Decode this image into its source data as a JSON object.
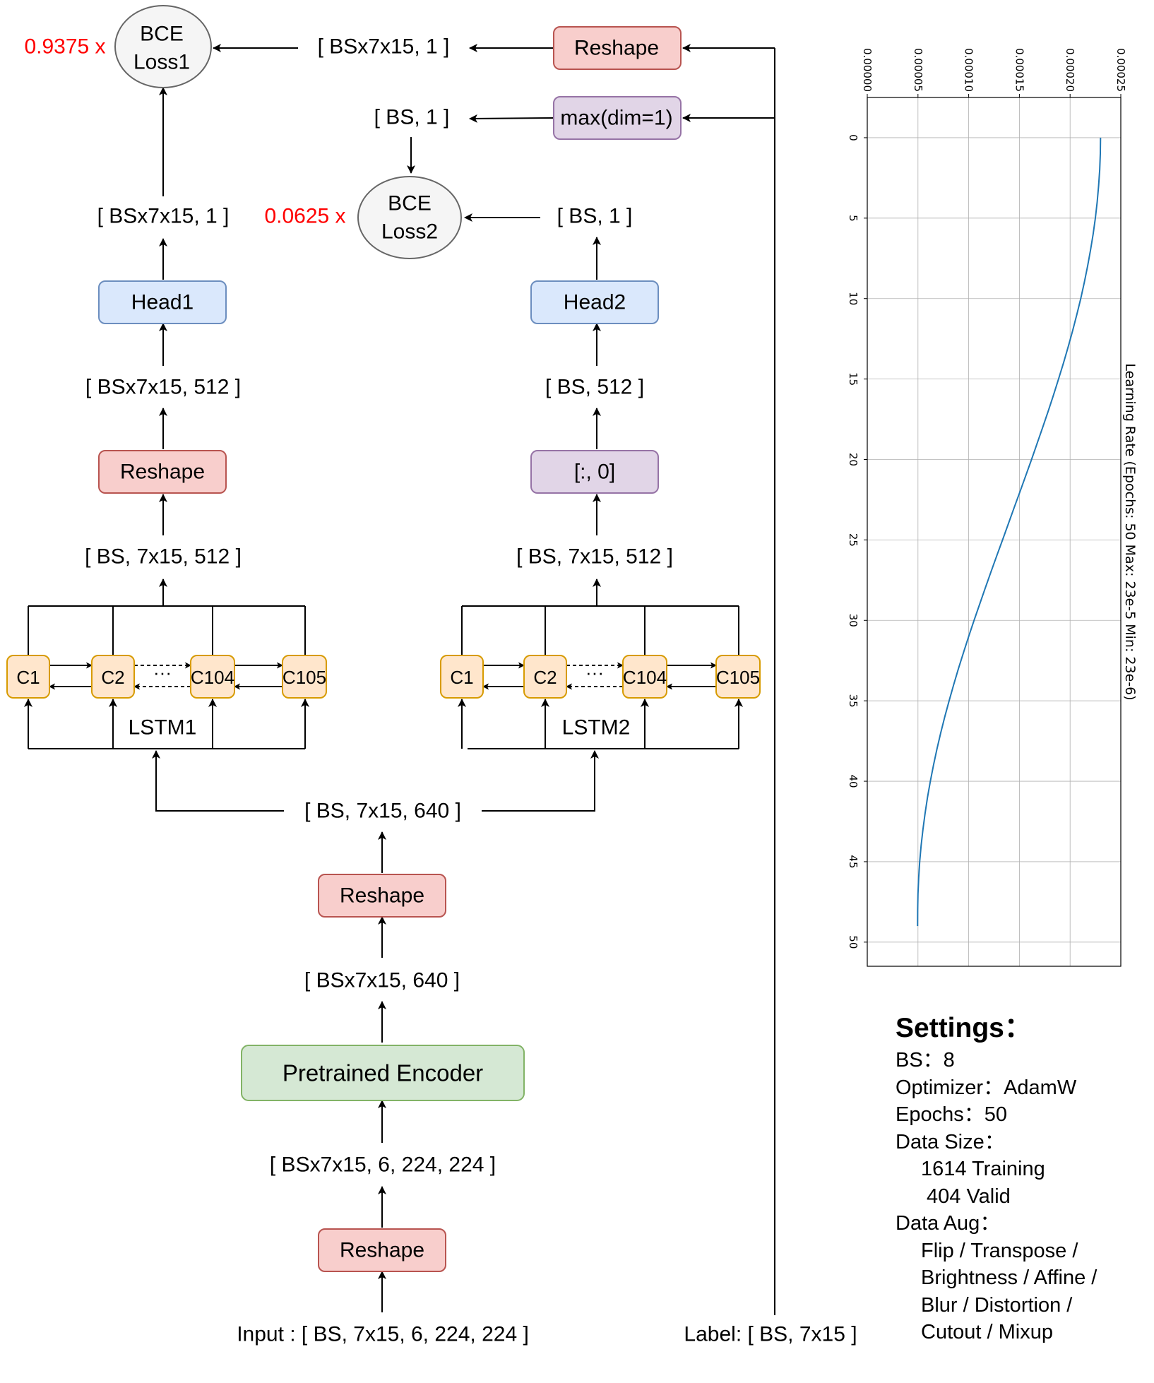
{
  "diagram": {
    "top": {
      "coef1": "0.9375 x",
      "bce_loss1": [
        "BCE",
        "Loss1"
      ],
      "coef2": "0.0625 x",
      "bce_loss2": [
        "BCE",
        "Loss2"
      ],
      "reshape_top": "Reshape",
      "max_dim": "max(dim=1)",
      "shape_bsx7x15_1_top": "[ BSx7x15, 1 ]",
      "shape_bs_1_top": "[ BS, 1 ]"
    },
    "left": {
      "shape_out": "[ BSx7x15, 1 ]",
      "head": "Head1",
      "shape_512": "[ BSx7x15, 512 ]",
      "reshape": "Reshape",
      "shape_seq": "[ BS, 7x15, 512 ]",
      "cells": [
        "C1",
        "C2",
        "C104",
        "C105"
      ],
      "dots": "···",
      "lstm": "LSTM1"
    },
    "right": {
      "shape_out": "[ BS, 1 ]",
      "head": "Head2",
      "shape_512": "[ BS, 512 ]",
      "slice": "[:, 0]",
      "shape_seq": "[ BS, 7x15, 512 ]",
      "cells": [
        "C1",
        "C2",
        "C104",
        "C105"
      ],
      "dots": "···",
      "lstm": "LSTM2"
    },
    "bottom": {
      "shape_640": "[ BS, 7x15, 640 ]",
      "reshape1": "Reshape",
      "shape_bsx_640": "[ BSx7x15, 640 ]",
      "encoder": "Pretrained Encoder",
      "shape_img": "[ BSx7x15, 6, 224, 224 ]",
      "reshape2": "Reshape",
      "input": "Input : [ BS, 7x15, 6, 224, 224 ]",
      "label": "Label: [ BS, 7x15 ]"
    },
    "colors": {
      "reshape_fill": "#f8cecc",
      "reshape_stroke": "#b85450",
      "head_fill": "#dae8fc",
      "head_stroke": "#6c8ebf",
      "purple_fill": "#e1d5e7",
      "purple_stroke": "#9673a6",
      "encoder_fill": "#d5e8d4",
      "encoder_stroke": "#82b366",
      "cell_fill": "#ffe6cc",
      "cell_stroke": "#d79b00",
      "loss_fill": "#f5f5f5",
      "loss_stroke": "#666666",
      "coef_color": "#ff0000"
    }
  },
  "chart_data": {
    "type": "line",
    "title": "",
    "ylabel": "Learning Rate (Epochs: 50   Max: 23e-5   Min: 23e-6)",
    "xlabel": "",
    "orientation": "rotated-90-clockwise",
    "epoch_ticks": [
      "0",
      "5",
      "10",
      "15",
      "20",
      "25",
      "30",
      "35",
      "40",
      "45",
      "50"
    ],
    "lr_ticks": [
      "0.00000",
      "0.00005",
      "0.00010",
      "0.00015",
      "0.00020",
      "0.00025"
    ],
    "epoch_range": [
      -2.5,
      51.5
    ],
    "lr_range": [
      0,
      0.00025
    ],
    "grid": true,
    "series": [
      {
        "color": "#1f77b4",
        "epochs": [
          0,
          1,
          2,
          3,
          4,
          5,
          6,
          7,
          8,
          9,
          10,
          11,
          12,
          13,
          14,
          15,
          16,
          17,
          18,
          19,
          20,
          21,
          22,
          23,
          24,
          25,
          26,
          27,
          28,
          29,
          30,
          31,
          32,
          33,
          34,
          35,
          36,
          37,
          38,
          39,
          40,
          41,
          42,
          43,
          44,
          45,
          46,
          47,
          48,
          49
        ],
        "values": [
          0.00023,
          0.0002298,
          0.0002292,
          0.0002281,
          0.0002267,
          0.0002249,
          0.0002227,
          0.0002201,
          0.0002172,
          0.000214,
          0.0002105,
          0.0002066,
          0.0002025,
          0.0001981,
          0.0001935,
          0.0001886,
          0.0001836,
          0.0001784,
          0.000173,
          0.0001675,
          0.000162,
          0.0001563,
          0.0001506,
          0.0001448,
          0.0001391,
          0.0001334,
          0.0001276,
          0.0001219,
          0.0001163,
          0.0001108,
          0.0001053,
          0.0001,
          9.49e-05,
          8.99e-05,
          8.52e-05,
          8.07e-05,
          7.64e-05,
          7.24e-05,
          6.87e-05,
          6.53e-05,
          6.22e-05,
          5.94e-05,
          5.7e-05,
          5.49e-05,
          5.31e-05,
          5.17e-05,
          5.07e-05,
          5e-05,
          4.97e-05,
          4.96e-05
        ]
      }
    ]
  },
  "settings": {
    "title": "Settings：",
    "bs": "BS：8",
    "optimizer": "Optimizer：AdamW",
    "epochs": "Epochs：50",
    "data_size_label": "Data Size：",
    "training": "1614 Training",
    "valid": "404  Valid",
    "aug_label": "Data Aug：",
    "aug_lines": [
      "Flip / Transpose /",
      "Brightness / Affine /",
      "Blur / Distortion /",
      "Cutout / Mixup"
    ]
  }
}
